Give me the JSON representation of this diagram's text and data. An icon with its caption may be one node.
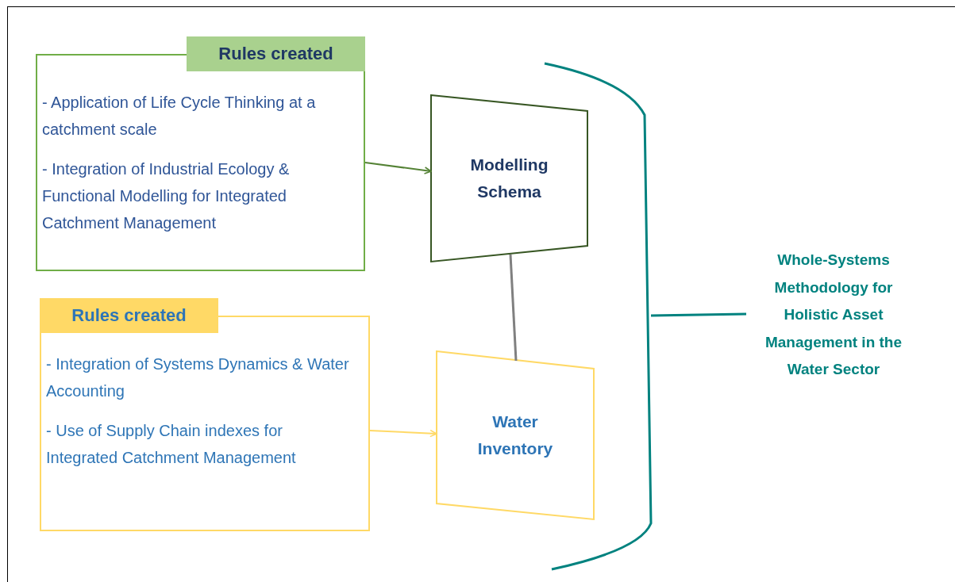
{
  "diagram": {
    "nodes": [
      {
        "text": [
          "Rules created",
          "- Application of Life Cycle Thinking at a catchment scale",
          "- Integration of Industrial Ecology & Functional Modelling for Integrated Catchment Management"
        ]
      },
      {
        "text": [
          "Modelling Schema"
        ]
      },
      {
        "text": [
          "Rules created",
          "- Integration of Systems Dynamics & Water Accounting",
          "- Use of Supply Chain indexes for Integrated Catchment Management"
        ]
      },
      {
        "text": [
          "Water Inventory"
        ]
      },
      {
        "text": [
          "Whole-Systems Methodology for Holistic Asset Management in the Water Sector"
        ]
      }
    ],
    "edges": [
      {
        "from": 0,
        "to": 1,
        "arrow": "to",
        "color": "#548235"
      },
      {
        "from": 2,
        "to": 3,
        "arrow": "to",
        "color": "#ffd966"
      },
      {
        "from": 1,
        "to": 3,
        "arrow": "none",
        "color": "#808080"
      }
    ]
  }
}
